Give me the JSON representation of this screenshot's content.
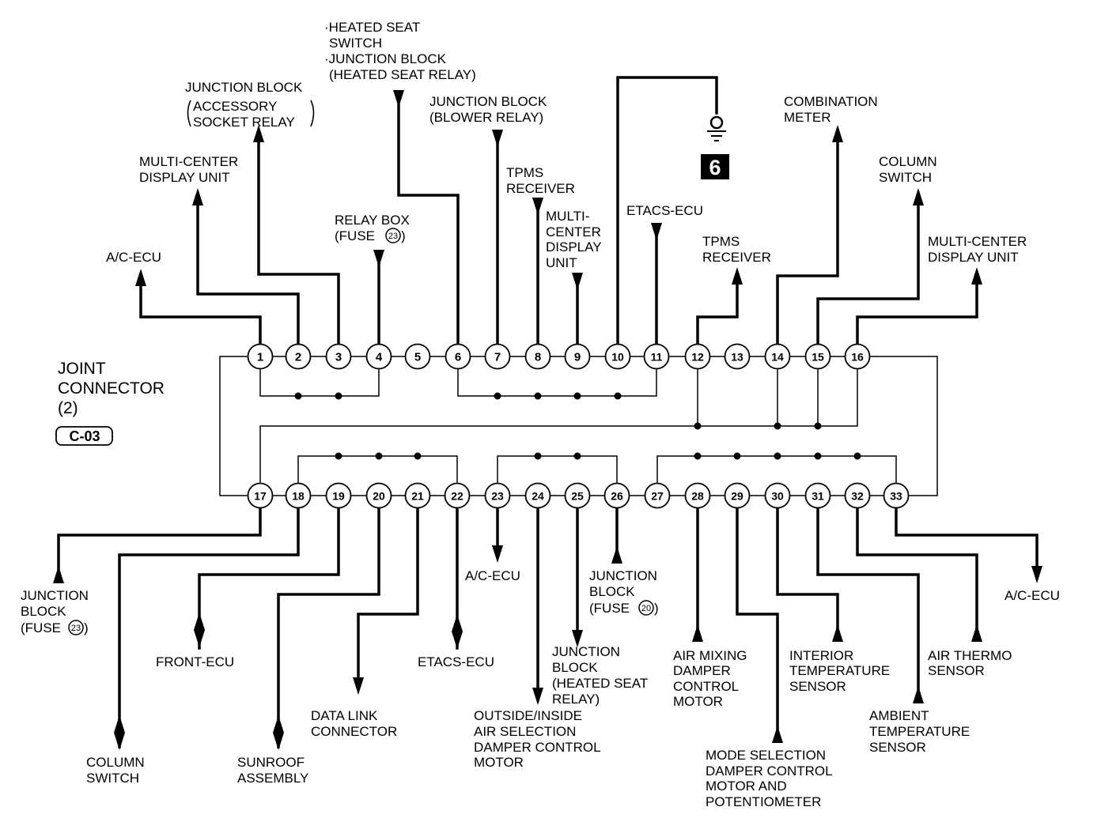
{
  "connector": {
    "title_lines": [
      "JOINT",
      "CONNECTOR",
      "(2)"
    ],
    "code": "C-03"
  },
  "ground_number": "6",
  "pins": [
    "1",
    "2",
    "3",
    "4",
    "5",
    "6",
    "7",
    "8",
    "9",
    "10",
    "11",
    "12",
    "13",
    "14",
    "15",
    "16",
    "17",
    "18",
    "19",
    "20",
    "21",
    "22",
    "23",
    "24",
    "25",
    "26",
    "27",
    "28",
    "29",
    "30",
    "31",
    "32",
    "33"
  ],
  "top_labels": {
    "ac_ecu_1": [
      "A/C-ECU"
    ],
    "mcdu_2": [
      "MULTI-CENTER",
      "DISPLAY UNIT"
    ],
    "jb_accessory_3": [
      "JUNCTION BLOCK",
      "ACCESSORY",
      "SOCKET RELAY"
    ],
    "relay_box_4": [
      "RELAY BOX",
      "(FUSE",
      "23",
      ")"
    ],
    "heated_seat_6": [
      "·HEATED SEAT",
      "SWITCH",
      "·JUNCTION BLOCK",
      "(HEATED SEAT RELAY)"
    ],
    "jb_blower_7": [
      "JUNCTION BLOCK",
      "(BLOWER RELAY)"
    ],
    "tpms_8": [
      "TPMS",
      "RECEIVER"
    ],
    "mcdu_9": [
      "MULTI-",
      "CENTER",
      "DISPLAY",
      "UNIT"
    ],
    "etacs_11": [
      "ETACS-ECU"
    ],
    "tpms_12": [
      "TPMS",
      "RECEIVER"
    ],
    "combination_14": [
      "COMBINATION",
      "METER"
    ],
    "column_15": [
      "COLUMN",
      "SWITCH"
    ],
    "mcdu_16": [
      "MULTI-CENTER",
      "DISPLAY UNIT"
    ]
  },
  "bottom_labels": {
    "jb_fuse_17": [
      "JUNCTION",
      "BLOCK",
      "(FUSE",
      "23",
      ")"
    ],
    "column_18": [
      "COLUMN",
      "SWITCH"
    ],
    "front_ecu_19": [
      "FRONT-ECU"
    ],
    "sunroof_20": [
      "SUNROOF",
      "ASSEMBLY"
    ],
    "dlc_21": [
      "DATA LINK",
      "CONNECTOR"
    ],
    "etacs_22": [
      "ETACS-ECU"
    ],
    "ac_ecu_23": [
      "A/C-ECU"
    ],
    "outside_air_24": [
      "OUTSIDE/INSIDE",
      "AIR SELECTION",
      "DAMPER CONTROL",
      "MOTOR"
    ],
    "jb_heated_25": [
      "JUNCTION",
      "BLOCK",
      "(HEATED SEAT",
      "RELAY)"
    ],
    "jb_fuse_26": [
      "JUNCTION",
      "BLOCK",
      "(FUSE",
      "20",
      ")"
    ],
    "air_mixing_28": [
      "AIR MIXING",
      "DAMPER",
      "CONTROL",
      "MOTOR"
    ],
    "mode_sel_29": [
      "MODE SELECTION",
      "DAMPER CONTROL",
      "MOTOR AND",
      "POTENTIOMETER"
    ],
    "interior_30": [
      "INTERIOR",
      "TEMPERATURE",
      "SENSOR"
    ],
    "ambient_31": [
      "AMBIENT",
      "TEMPERATURE",
      "SENSOR"
    ],
    "air_thermo_32": [
      "AIR THERMO",
      "SENSOR"
    ],
    "ac_ecu_33": [
      "A/C-ECU"
    ]
  }
}
